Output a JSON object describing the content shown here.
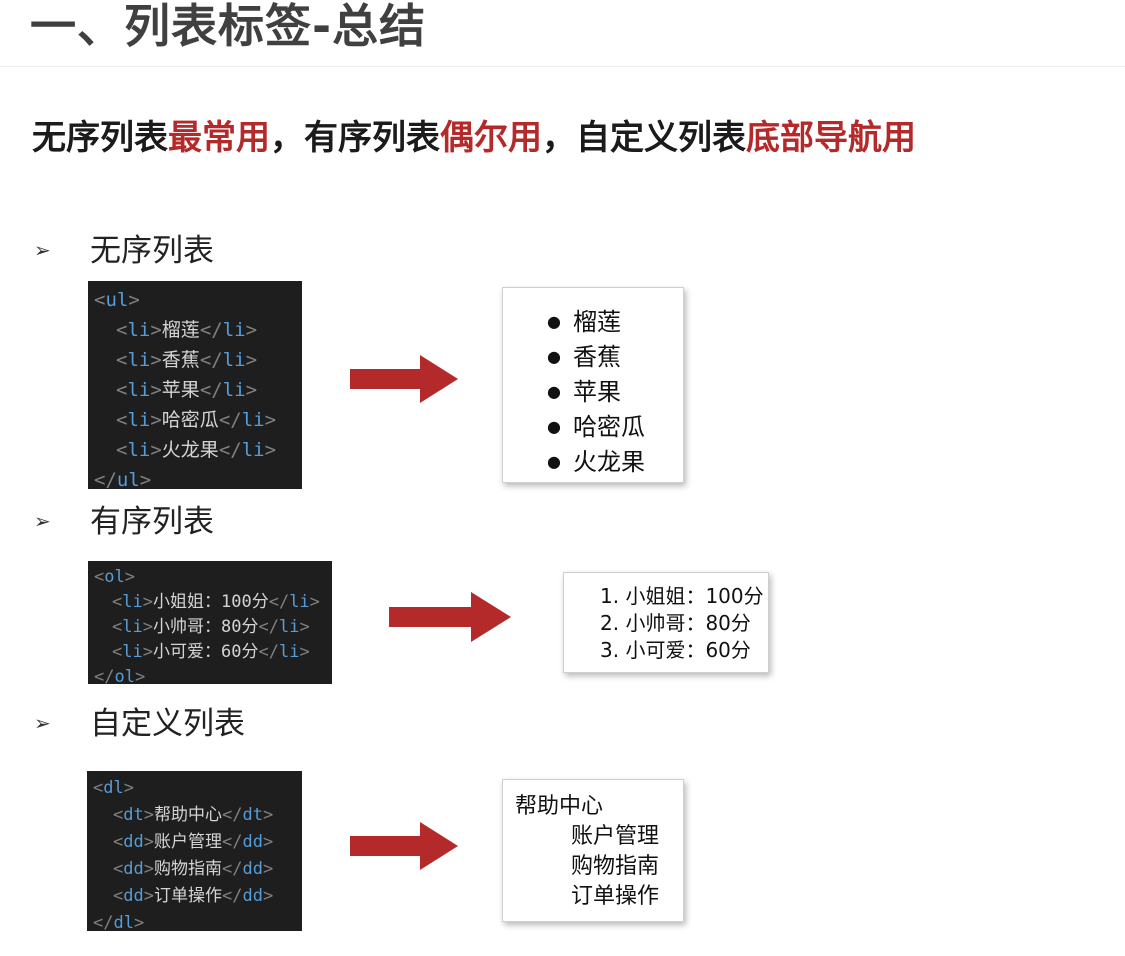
{
  "page": {
    "title": "一、列表标签-总结",
    "summary": {
      "p1": "无序列表",
      "h1": "最常用",
      "p2": "，有序列表",
      "h2": "偶尔用",
      "p3": "，自定义列表",
      "h3": "底部导航用"
    },
    "accent_color": "#b42a2a",
    "arrow_color": "#b42a2a",
    "bullet_icon": "triangle-right-icon"
  },
  "sections": [
    {
      "label": "无序列表",
      "code": {
        "open": "ul",
        "close": "ul",
        "items": [
          {
            "tag": "li",
            "text": "榴莲"
          },
          {
            "tag": "li",
            "text": "香蕉"
          },
          {
            "tag": "li",
            "text": "苹果"
          },
          {
            "tag": "li",
            "text": "哈密瓜"
          },
          {
            "tag": "li",
            "text": "火龙果"
          }
        ]
      },
      "result": [
        "榴莲",
        "香蕉",
        "苹果",
        "哈密瓜",
        "火龙果"
      ]
    },
    {
      "label": "有序列表",
      "code": {
        "open": "ol",
        "close": "ol",
        "items": [
          {
            "tag": "li",
            "text": "小姐姐：100分"
          },
          {
            "tag": "li",
            "text": "小帅哥：80分"
          },
          {
            "tag": "li",
            "text": "小可爱：60分"
          }
        ]
      },
      "result": [
        "1. 小姐姐：100分",
        "2. 小帅哥：80分",
        "3. 小可爱：60分"
      ]
    },
    {
      "label": "自定义列表",
      "code": {
        "open": "dl",
        "close": "dl",
        "items": [
          {
            "tag": "dt",
            "text": "帮助中心"
          },
          {
            "tag": "dd",
            "text": "账户管理"
          },
          {
            "tag": "dd",
            "text": "购物指南"
          },
          {
            "tag": "dd",
            "text": "订单操作"
          }
        ]
      },
      "result": {
        "term": "帮助中心",
        "defs": [
          "账户管理",
          "购物指南",
          "订单操作"
        ]
      }
    }
  ]
}
